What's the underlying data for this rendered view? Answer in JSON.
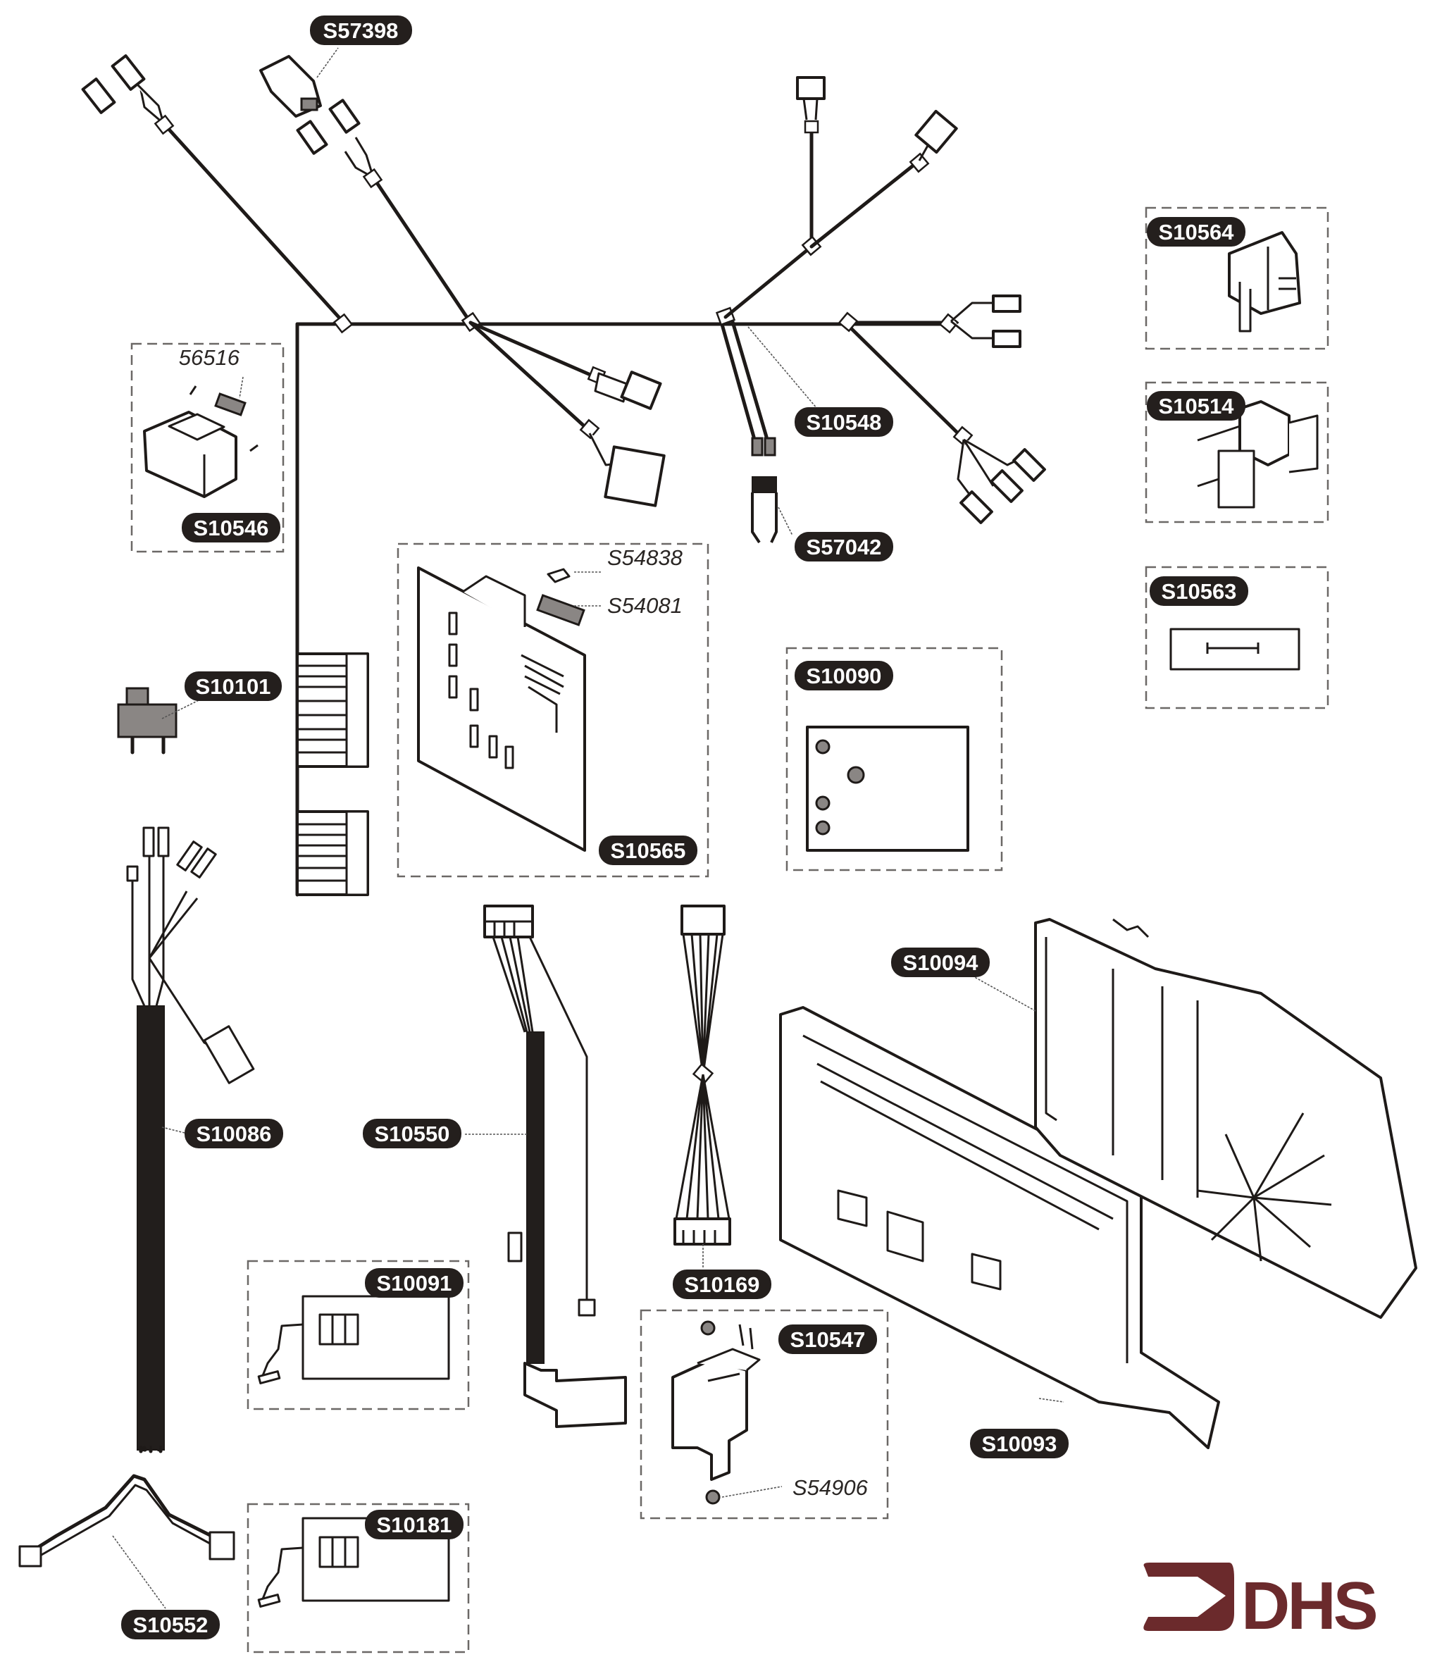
{
  "diagram": {
    "title": "Wiring harness and control electronics parts breakdown",
    "brand": {
      "logo_text": "DHS",
      "logo_color": "#6b2a2c"
    },
    "callouts": {
      "S57398": "S57398",
      "S10546": "S10546",
      "p56516": "56516",
      "S10548": "S10548",
      "S57042": "S57042",
      "S10564": "S10564",
      "S10514": "S10514",
      "S10563": "S10563",
      "S54838": "S54838",
      "S54081": "S54081",
      "S10565": "S10565",
      "S10101": "S10101",
      "S10090": "S10090",
      "S10094": "S10094",
      "S10086": "S10086",
      "S10550": "S10550",
      "S10169": "S10169",
      "S10091": "S10091",
      "S10547": "S10547",
      "S54906": "S54906",
      "S10093": "S10093",
      "S10181": "S10181",
      "S10552": "S10552"
    },
    "colors": {
      "ink": "#1e1a18",
      "label_background": "#241f1d",
      "label_text": "#ffffff"
    }
  }
}
